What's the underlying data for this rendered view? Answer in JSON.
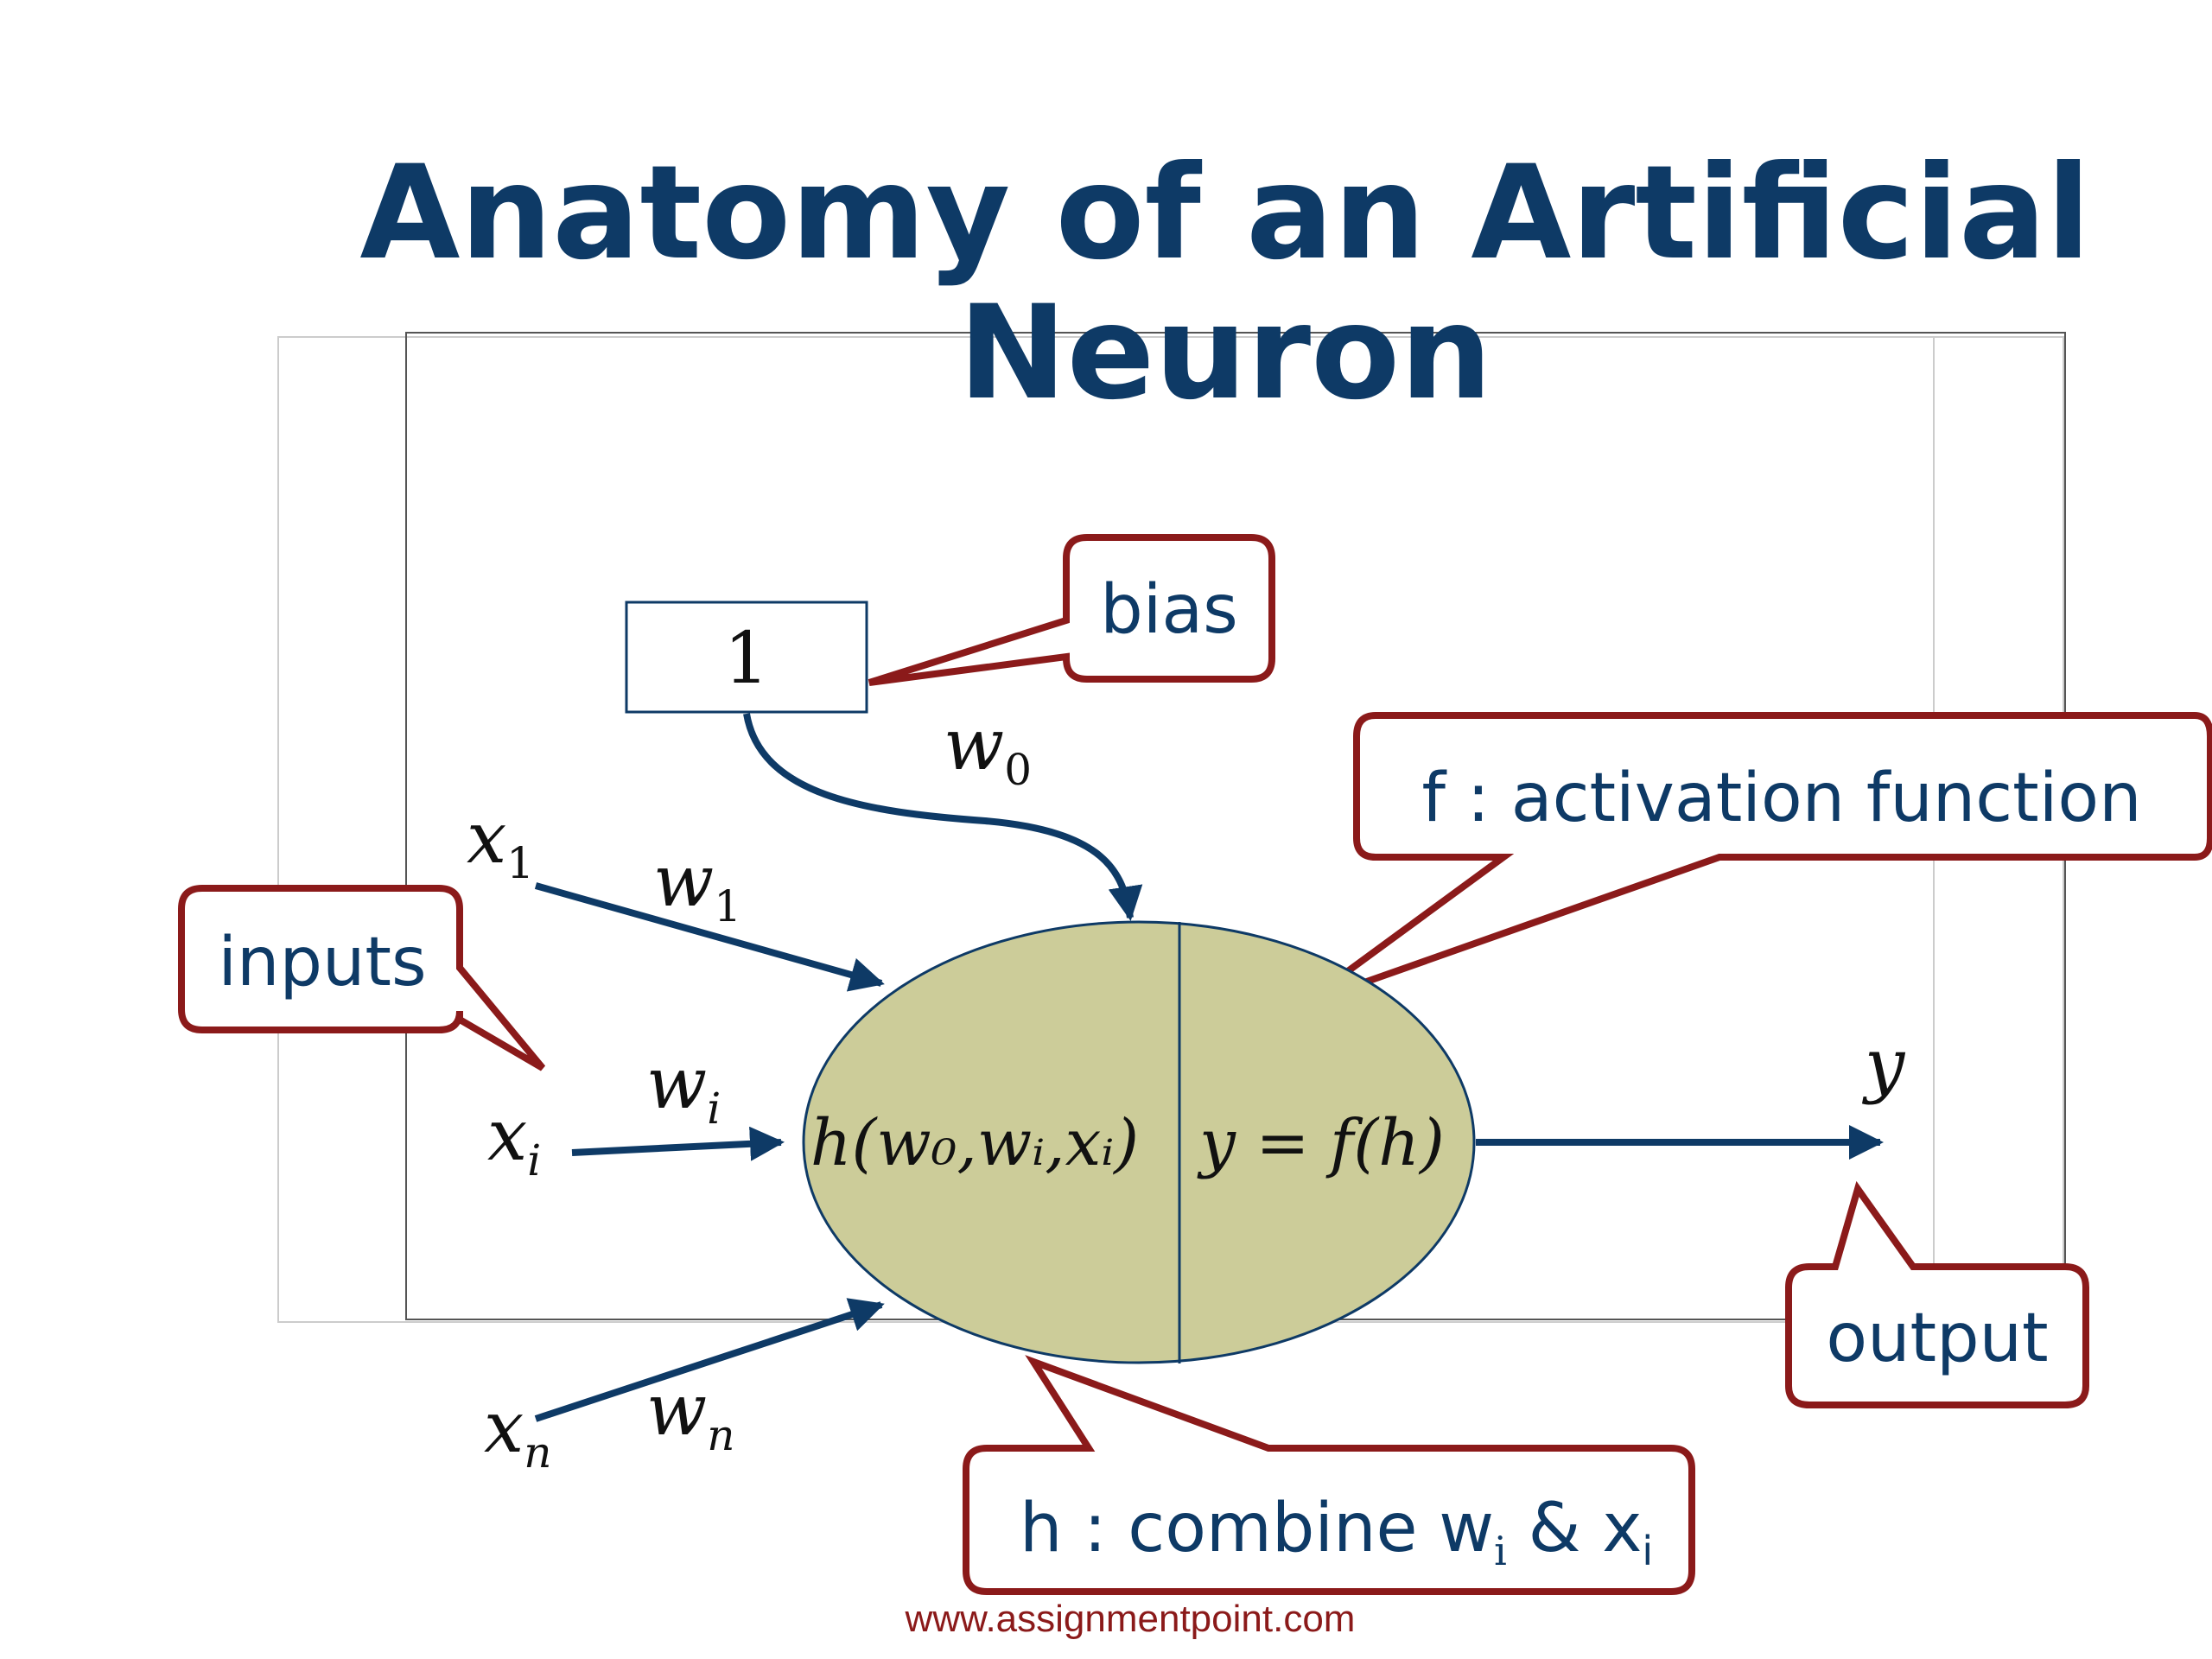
{
  "title_line1": "Anatomy of an Artificial",
  "title_line2": "Neuron",
  "bias_box_value": "1",
  "callouts": {
    "bias": "bias",
    "inputs": "inputs",
    "activation": "f : activation function",
    "output": "output",
    "combine": {
      "main": "h : combine w",
      "sub1": "i",
      "amp": " & x",
      "sub2": "i"
    }
  },
  "labels": {
    "w0": {
      "base": "w",
      "sub": "0"
    },
    "w1": {
      "base": "w",
      "sub": "1"
    },
    "wi": {
      "base": "w",
      "sub": "i"
    },
    "wn": {
      "base": "w",
      "sub": "n"
    },
    "x1": {
      "base": "x",
      "sub": "1"
    },
    "xi": {
      "base": "x",
      "sub": "i"
    },
    "xn": {
      "base": "x",
      "sub": "n"
    },
    "y": "y"
  },
  "neuron": {
    "combine_fn": "h(w₀,wᵢ,xᵢ)",
    "activation_fn": "y = f(h)"
  },
  "footer": "www.assignmentpoint.com",
  "colors": {
    "title": "#0e3a66",
    "callout_border": "#8b1a1a",
    "arrow": "#0e3a66",
    "neuron_fill": "#cccc99"
  }
}
